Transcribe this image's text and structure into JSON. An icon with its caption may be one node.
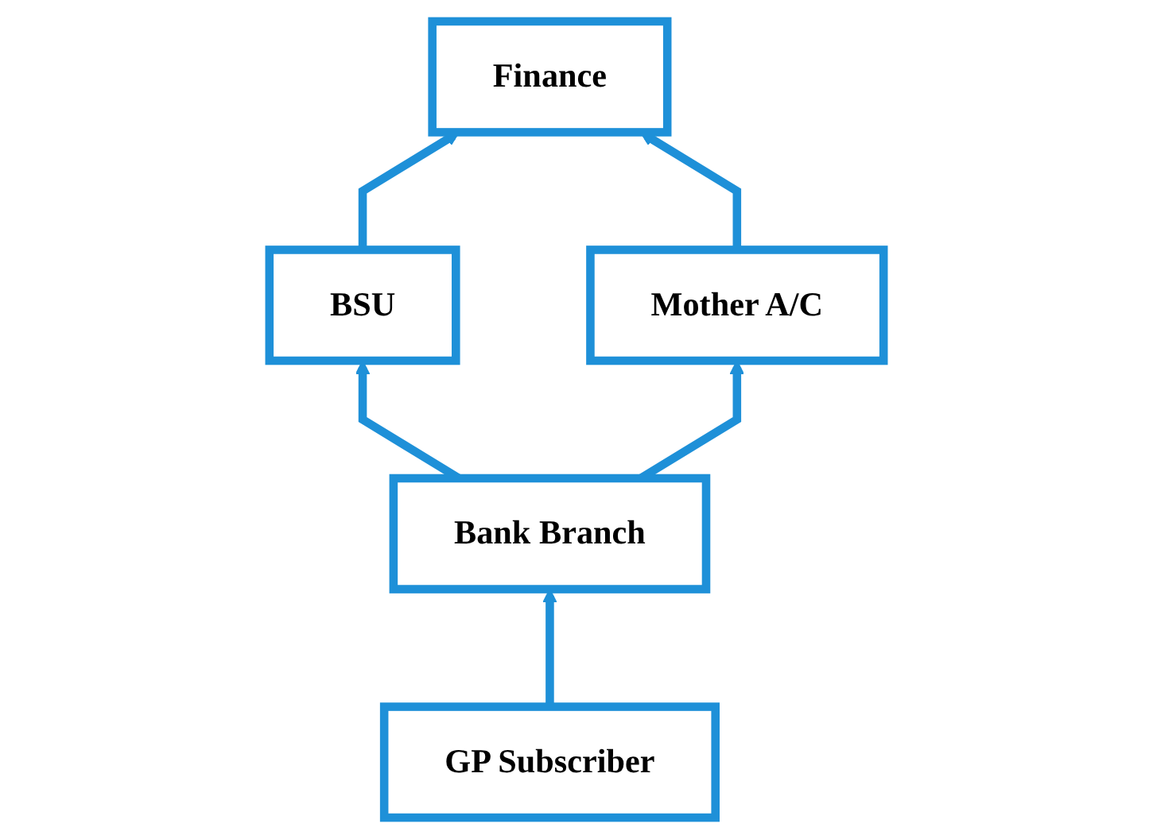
{
  "diagram": {
    "nodes": [
      {
        "text": [
          "Finance"
        ]
      },
      {
        "text": [
          "BSU"
        ]
      },
      {
        "text": [
          "Mother A/C"
        ]
      },
      {
        "text": [
          "Bank Branch"
        ]
      },
      {
        "text": [
          "GP Subscriber"
        ]
      }
    ],
    "edges": [
      {
        "from": 4,
        "to": 3,
        "arrow": "to"
      },
      {
        "from": 3,
        "to": 1,
        "arrow": "to"
      },
      {
        "from": 3,
        "to": 2,
        "arrow": "to"
      },
      {
        "from": 1,
        "to": 0,
        "arrow": "to"
      },
      {
        "from": 2,
        "to": 0,
        "arrow": "to"
      }
    ]
  }
}
